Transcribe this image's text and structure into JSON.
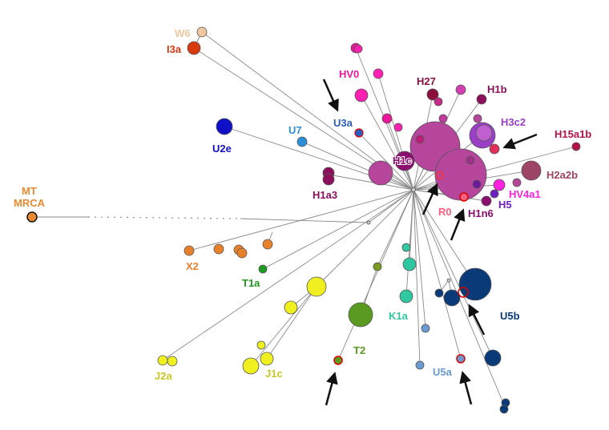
{
  "labels": {
    "W6": "W6",
    "I3a": "I3a",
    "HV0": "HV0",
    "H27": "H27",
    "H1b": "H1b",
    "U3a": "U3a",
    "H3c2": "H3c2",
    "H15a1b": "H15a1b",
    "U7": "U7",
    "U2e": "U2e",
    "H1c": "H1c",
    "H2a2b": "H2a2b",
    "H1a3": "H1a3",
    "HV4a1": "HV4a1",
    "H5": "H5",
    "H1n6": "H1n6",
    "R0": "R0",
    "MT": "MT",
    "MRCA": "MRCA",
    "X2": "X2",
    "T1a": "T1a",
    "K1a": "K1a",
    "U5b": "U5b",
    "T2": "T2",
    "J2a": "J2a",
    "J1c": "J1c",
    "U5a": "U5a"
  },
  "colors": {
    "H": "#b5469b",
    "HV": "#e8179b",
    "U2e": "#1010c8",
    "U7": "#2b8fd8",
    "U3a": "#2a5cc0",
    "W6": "#f0c8a0",
    "I3a": "#d83a10",
    "MRCA": "#e88a30",
    "X2": "#e8812a",
    "T1a": "#1e9a1e",
    "T2": "#5a9a20",
    "J": "#f0f020",
    "K1a": "#30c8a0",
    "U5a": "#6a9ad0",
    "U5b": "#0a3a78",
    "arrow": "#111111"
  }
}
